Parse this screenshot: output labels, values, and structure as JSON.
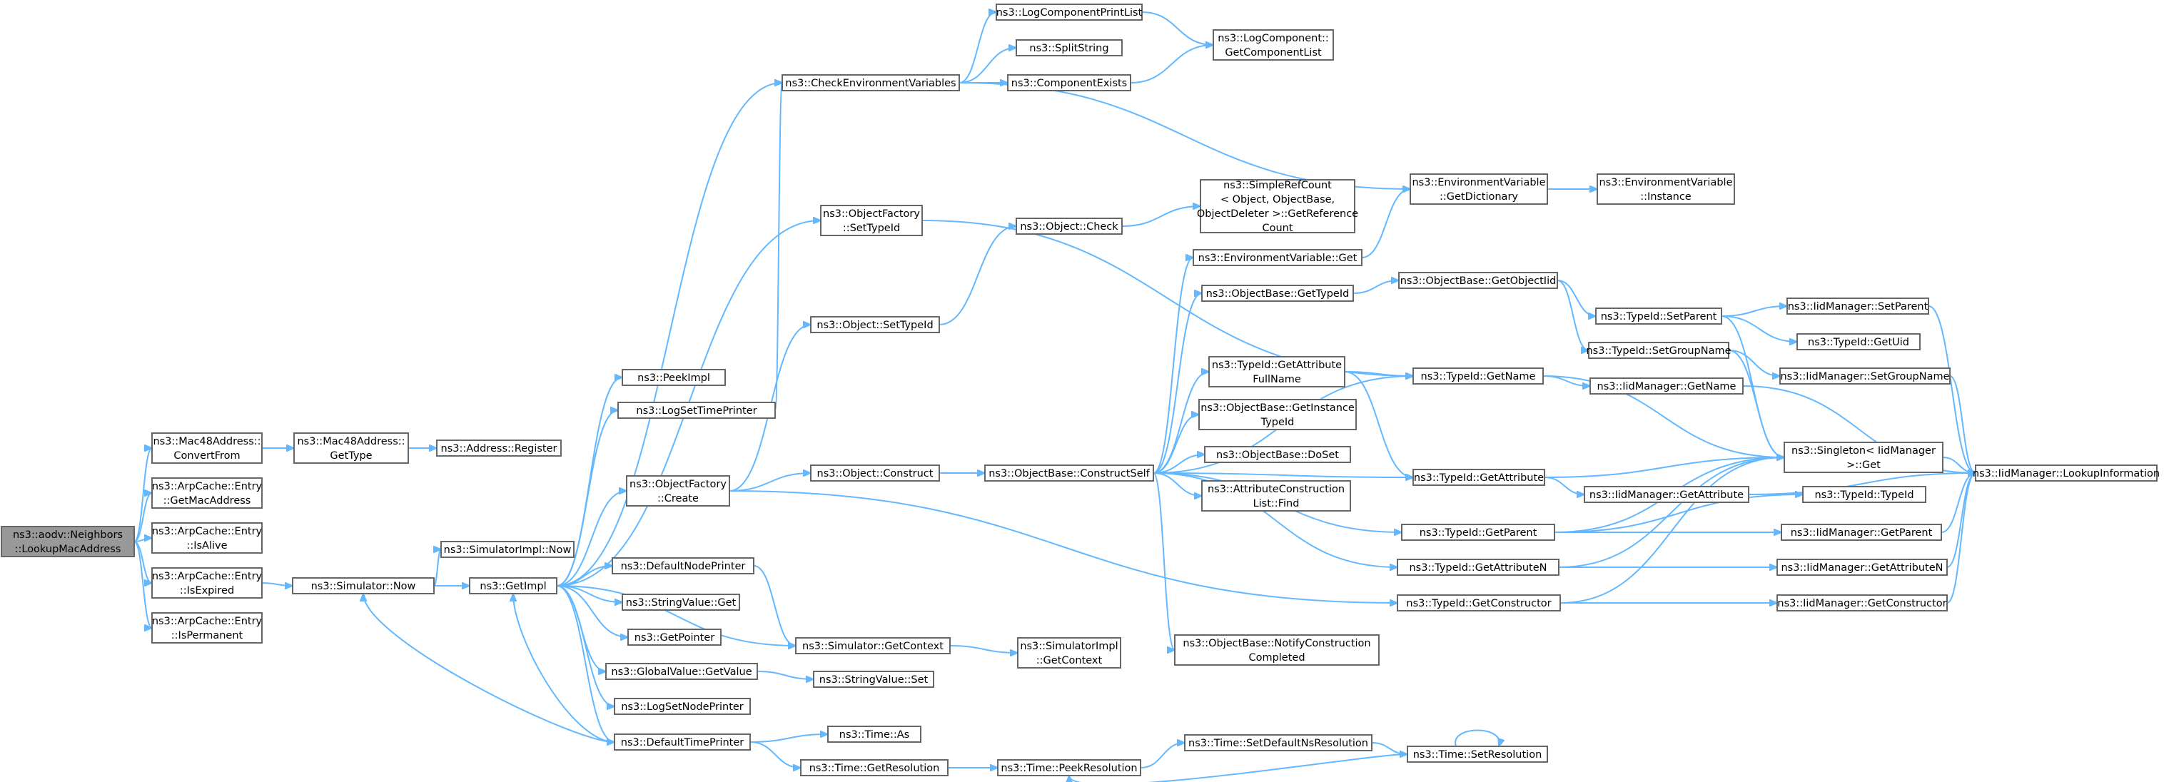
{
  "graph": {
    "nodes": [
      {
        "id": "root",
        "lines": [
          "ns3::aodv::Neighbors",
          "::LookupMacAddress"
        ],
        "root": true
      },
      {
        "id": "mac_convert",
        "lines": [
          "ns3::Mac48Address::",
          "ConvertFrom"
        ]
      },
      {
        "id": "arp_getmac",
        "lines": [
          "ns3::ArpCache::Entry",
          "::GetMacAddress"
        ]
      },
      {
        "id": "arp_alive",
        "lines": [
          "ns3::ArpCache::Entry",
          "::IsAlive"
        ]
      },
      {
        "id": "arp_expired",
        "lines": [
          "ns3::ArpCache::Entry",
          "::IsExpired"
        ]
      },
      {
        "id": "arp_perm",
        "lines": [
          "ns3::ArpCache::Entry",
          "::IsPermanent"
        ]
      },
      {
        "id": "mac_gettype",
        "lines": [
          "ns3::Mac48Address::",
          "GetType"
        ]
      },
      {
        "id": "addr_register",
        "lines": [
          "ns3::Address::Register"
        ]
      },
      {
        "id": "sim_now",
        "lines": [
          "ns3::Simulator::Now"
        ]
      },
      {
        "id": "simimpl_now",
        "lines": [
          "ns3::SimulatorImpl::Now"
        ]
      },
      {
        "id": "getimpl",
        "lines": [
          "ns3::GetImpl"
        ]
      },
      {
        "id": "peekimpl",
        "lines": [
          "ns3::PeekImpl"
        ]
      },
      {
        "id": "logsettime",
        "lines": [
          "ns3::LogSetTimePrinter"
        ]
      },
      {
        "id": "objfactory_create",
        "lines": [
          "ns3::ObjectFactory",
          "::Create"
        ]
      },
      {
        "id": "defnodeprinter",
        "lines": [
          "ns3::DefaultNodePrinter"
        ]
      },
      {
        "id": "stringvalue_get",
        "lines": [
          "ns3::StringValue::Get"
        ]
      },
      {
        "id": "getpointer",
        "lines": [
          "ns3::GetPointer"
        ]
      },
      {
        "id": "globalvalue_get",
        "lines": [
          "ns3::GlobalValue::GetValue"
        ]
      },
      {
        "id": "logsetnode",
        "lines": [
          "ns3::LogSetNodePrinter"
        ]
      },
      {
        "id": "deftimeprinter",
        "lines": [
          "ns3::DefaultTimePrinter"
        ]
      },
      {
        "id": "checkenv",
        "lines": [
          "ns3::CheckEnvironmentVariables"
        ]
      },
      {
        "id": "objfactory_settypeid",
        "lines": [
          "ns3::ObjectFactory",
          "::SetTypeId"
        ]
      },
      {
        "id": "object_settypeid",
        "lines": [
          "ns3::Object::SetTypeId"
        ]
      },
      {
        "id": "object_construct",
        "lines": [
          "ns3::Object::Construct"
        ]
      },
      {
        "id": "sim_getcontext",
        "lines": [
          "ns3::Simulator::GetContext"
        ]
      },
      {
        "id": "stringvalue_set",
        "lines": [
          "ns3::StringValue::Set"
        ]
      },
      {
        "id": "time_as",
        "lines": [
          "ns3::Time::As"
        ]
      },
      {
        "id": "time_getres",
        "lines": [
          "ns3::Time::GetResolution"
        ]
      },
      {
        "id": "logcomplist",
        "lines": [
          "ns3::LogComponentPrintList"
        ]
      },
      {
        "id": "splitstring",
        "lines": [
          "ns3::SplitString"
        ]
      },
      {
        "id": "compexists",
        "lines": [
          "ns3::ComponentExists"
        ]
      },
      {
        "id": "object_check",
        "lines": [
          "ns3::Object::Check"
        ]
      },
      {
        "id": "constructself",
        "lines": [
          "ns3::ObjectBase::ConstructSelf"
        ]
      },
      {
        "id": "simimpl_getcontext",
        "lines": [
          "ns3::SimulatorImpl",
          "::GetContext"
        ]
      },
      {
        "id": "time_peekres",
        "lines": [
          "ns3::Time::PeekResolution"
        ]
      },
      {
        "id": "logcomp_getlist",
        "lines": [
          "ns3::LogComponent::",
          "GetComponentList"
        ]
      },
      {
        "id": "simplerefcount",
        "lines": [
          "ns3::SimpleRefCount",
          "< Object, ObjectBase,",
          "ObjectDeleter >::GetReference",
          "Count"
        ]
      },
      {
        "id": "envvar_get",
        "lines": [
          "ns3::EnvironmentVariable::Get"
        ]
      },
      {
        "id": "objbase_gettypeid",
        "lines": [
          "ns3::ObjectBase::GetTypeId"
        ]
      },
      {
        "id": "typeid_getattrfullname",
        "lines": [
          "ns3::TypeId::GetAttribute",
          "FullName"
        ]
      },
      {
        "id": "objbase_getinstance",
        "lines": [
          "ns3::ObjectBase::GetInstance",
          "TypeId"
        ]
      },
      {
        "id": "objbase_doset",
        "lines": [
          "ns3::ObjectBase::DoSet"
        ]
      },
      {
        "id": "attrconstruct_find",
        "lines": [
          "ns3::AttributeConstruction",
          "List::Find"
        ]
      },
      {
        "id": "notifyconstruct",
        "lines": [
          "ns3::ObjectBase::NotifyConstruction",
          "Completed"
        ]
      },
      {
        "id": "time_setdefaultns",
        "lines": [
          "ns3::Time::SetDefaultNsResolution"
        ]
      },
      {
        "id": "envvar_getdict",
        "lines": [
          "ns3::EnvironmentVariable",
          "::GetDictionary"
        ]
      },
      {
        "id": "objbase_getobjectiid",
        "lines": [
          "ns3::ObjectBase::GetObjectIid"
        ]
      },
      {
        "id": "typeid_getname",
        "lines": [
          "ns3::TypeId::GetName"
        ]
      },
      {
        "id": "typeid_getattribute",
        "lines": [
          "ns3::TypeId::GetAttribute"
        ]
      },
      {
        "id": "typeid_getparent",
        "lines": [
          "ns3::TypeId::GetParent"
        ]
      },
      {
        "id": "typeid_getattributen",
        "lines": [
          "ns3::TypeId::GetAttributeN"
        ]
      },
      {
        "id": "typeid_getconstructor",
        "lines": [
          "ns3::TypeId::GetConstructor"
        ]
      },
      {
        "id": "time_setres",
        "lines": [
          "ns3::Time::SetResolution"
        ]
      },
      {
        "id": "envvar_instance",
        "lines": [
          "ns3::EnvironmentVariable",
          "::Instance"
        ]
      },
      {
        "id": "typeid_setparent",
        "lines": [
          "ns3::TypeId::SetParent"
        ]
      },
      {
        "id": "typeid_setgroupname",
        "lines": [
          "ns3::TypeId::SetGroupName"
        ]
      },
      {
        "id": "iid_getname",
        "lines": [
          "ns3::IidManager::GetName"
        ]
      },
      {
        "id": "iid_getattribute",
        "lines": [
          "ns3::IidManager::GetAttribute"
        ]
      },
      {
        "id": "iid_setparent",
        "lines": [
          "ns3::IidManager::SetParent"
        ]
      },
      {
        "id": "typeid_getuid",
        "lines": [
          "ns3::TypeId::GetUid"
        ]
      },
      {
        "id": "iid_setgroupname",
        "lines": [
          "ns3::IidManager::SetGroupName"
        ]
      },
      {
        "id": "singleton_get",
        "lines": [
          "ns3::Singleton< IidManager",
          ">::Get"
        ]
      },
      {
        "id": "typeid_typeid",
        "lines": [
          "ns3::TypeId::TypeId"
        ]
      },
      {
        "id": "iid_getparent",
        "lines": [
          "ns3::IidManager::GetParent"
        ]
      },
      {
        "id": "iid_getattributen",
        "lines": [
          "ns3::IidManager::GetAttributeN"
        ]
      },
      {
        "id": "iid_getconstructor",
        "lines": [
          "ns3::IidManager::GetConstructor"
        ]
      },
      {
        "id": "iid_lookupinfo",
        "lines": [
          "ns3::IidManager::LookupInformation"
        ]
      }
    ],
    "edges": [
      [
        "root",
        "mac_convert"
      ],
      [
        "root",
        "arp_getmac"
      ],
      [
        "root",
        "arp_alive"
      ],
      [
        "root",
        "arp_expired"
      ],
      [
        "root",
        "arp_perm"
      ],
      [
        "mac_convert",
        "mac_gettype"
      ],
      [
        "mac_gettype",
        "addr_register"
      ],
      [
        "arp_expired",
        "sim_now"
      ],
      [
        "sim_now",
        "simimpl_now"
      ],
      [
        "sim_now",
        "getimpl"
      ],
      [
        "getimpl",
        "peekimpl"
      ],
      [
        "getimpl",
        "logsettime"
      ],
      [
        "getimpl",
        "objfactory_create"
      ],
      [
        "getimpl",
        "defnodeprinter"
      ],
      [
        "getimpl",
        "stringvalue_get"
      ],
      [
        "getimpl",
        "getpointer"
      ],
      [
        "getimpl",
        "globalvalue_get"
      ],
      [
        "getimpl",
        "logsetnode"
      ],
      [
        "getimpl",
        "deftimeprinter"
      ],
      [
        "getimpl",
        "checkenv"
      ],
      [
        "getimpl",
        "objfactory_settypeid"
      ],
      [
        "getimpl",
        "sim_getcontext"
      ],
      [
        "deftimeprinter",
        "getimpl"
      ],
      [
        "deftimeprinter",
        "sim_now"
      ],
      [
        "logsettime",
        "checkenv"
      ],
      [
        "objfactory_create",
        "object_settypeid"
      ],
      [
        "objfactory_create",
        "object_construct"
      ],
      [
        "objfactory_create",
        "typeid_getconstructor"
      ],
      [
        "defnodeprinter",
        "sim_getcontext"
      ],
      [
        "globalvalue_get",
        "stringvalue_set"
      ],
      [
        "deftimeprinter",
        "time_as"
      ],
      [
        "deftimeprinter",
        "time_getres"
      ],
      [
        "checkenv",
        "logcomplist"
      ],
      [
        "checkenv",
        "splitstring"
      ],
      [
        "checkenv",
        "compexists"
      ],
      [
        "checkenv",
        "envvar_getdict"
      ],
      [
        "objfactory_settypeid",
        "typeid_getname"
      ],
      [
        "object_settypeid",
        "object_check"
      ],
      [
        "object_construct",
        "constructself"
      ],
      [
        "sim_getcontext",
        "simimpl_getcontext"
      ],
      [
        "time_getres",
        "time_peekres"
      ],
      [
        "logcomplist",
        "logcomp_getlist"
      ],
      [
        "compexists",
        "logcomp_getlist"
      ],
      [
        "object_check",
        "simplerefcount"
      ],
      [
        "constructself",
        "envvar_get"
      ],
      [
        "constructself",
        "objbase_gettypeid"
      ],
      [
        "constructself",
        "typeid_getattrfullname"
      ],
      [
        "constructself",
        "objbase_getinstance"
      ],
      [
        "constructself",
        "objbase_doset"
      ],
      [
        "constructself",
        "attrconstruct_find"
      ],
      [
        "constructself",
        "notifyconstruct"
      ],
      [
        "constructself",
        "typeid_getname"
      ],
      [
        "constructself",
        "typeid_getattribute"
      ],
      [
        "constructself",
        "typeid_getparent"
      ],
      [
        "constructself",
        "typeid_getattributen"
      ],
      [
        "time_peekres",
        "time_setdefaultns"
      ],
      [
        "time_setdefaultns",
        "time_setres"
      ],
      [
        "time_setres",
        "time_peekres"
      ],
      [
        "time_setres",
        "time_setres"
      ],
      [
        "envvar_get",
        "envvar_getdict"
      ],
      [
        "objbase_gettypeid",
        "objbase_getobjectiid"
      ],
      [
        "typeid_getattrfullname",
        "typeid_getname"
      ],
      [
        "typeid_getattrfullname",
        "typeid_getattribute"
      ],
      [
        "envvar_getdict",
        "envvar_instance"
      ],
      [
        "objbase_getobjectiid",
        "typeid_setparent"
      ],
      [
        "objbase_getobjectiid",
        "typeid_setgroupname"
      ],
      [
        "typeid_getname",
        "iid_getname"
      ],
      [
        "typeid_getname",
        "singleton_get"
      ],
      [
        "typeid_getattribute",
        "iid_getattribute"
      ],
      [
        "typeid_getattribute",
        "singleton_get"
      ],
      [
        "typeid_getparent",
        "singleton_get"
      ],
      [
        "typeid_getparent",
        "typeid_typeid"
      ],
      [
        "typeid_getparent",
        "iid_getparent"
      ],
      [
        "typeid_getattributen",
        "singleton_get"
      ],
      [
        "typeid_getattributen",
        "iid_getattributen"
      ],
      [
        "typeid_getconstructor",
        "singleton_get"
      ],
      [
        "typeid_getconstructor",
        "iid_getconstructor"
      ],
      [
        "typeid_setparent",
        "iid_setparent"
      ],
      [
        "typeid_setparent",
        "typeid_getuid"
      ],
      [
        "typeid_setparent",
        "singleton_get"
      ],
      [
        "typeid_setgroupname",
        "iid_setgroupname"
      ],
      [
        "typeid_setgroupname",
        "singleton_get"
      ],
      [
        "iid_getname",
        "iid_lookupinfo"
      ],
      [
        "iid_getattribute",
        "iid_lookupinfo"
      ],
      [
        "iid_setparent",
        "iid_lookupinfo"
      ],
      [
        "iid_setgroupname",
        "iid_lookupinfo"
      ],
      [
        "iid_getparent",
        "iid_lookupinfo"
      ],
      [
        "iid_getattributen",
        "iid_lookupinfo"
      ],
      [
        "iid_getconstructor",
        "iid_lookupinfo"
      ],
      [
        "singleton_get",
        "iid_lookupinfo"
      ]
    ]
  }
}
